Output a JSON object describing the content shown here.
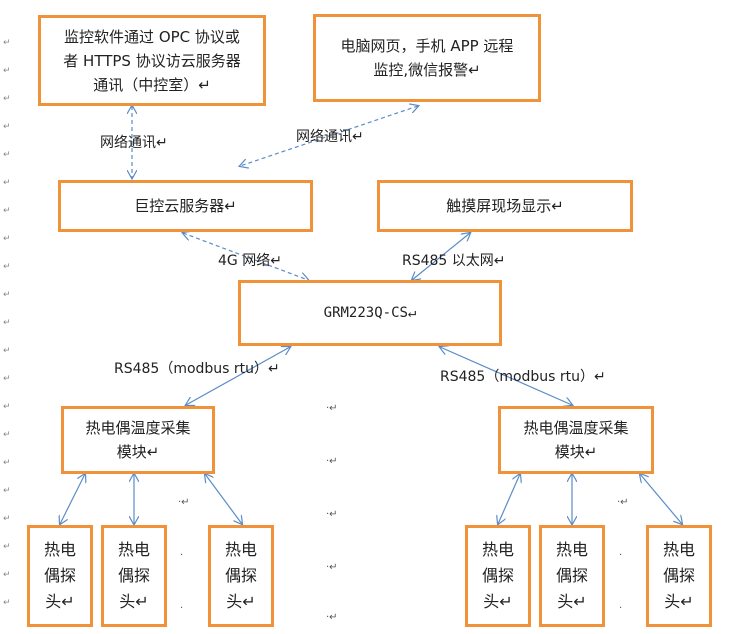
{
  "colors": {
    "box_border": "#F0923A",
    "wire": "#5B8CC8"
  },
  "boxes": {
    "opc": "监控软件通过 OPC 协议或\n者 HTTPS 协议访云服务器\n通讯（中控室）↵",
    "web": "电脑网页，手机 APP 远程\n监控,微信报警↵",
    "cloud": "巨控云服务器↵",
    "touch": "触摸屏现场显示↵",
    "grm": "GRM223Q-CS↵",
    "mod_left": "热电偶温度采集\n模块↵",
    "mod_right": "热电偶温度采集\n模块↵",
    "probe": "热电\n偶探\n头↵"
  },
  "labels": {
    "net1": "网络通讯↵",
    "net2": "网络通讯↵",
    "net4g": "4G 网络↵",
    "rs485_eth": "RS485 以太网↵",
    "rs485_left": "RS485（modbus rtu）↵",
    "rs485_right": "RS485（modbus rtu）↵"
  },
  "marks": {
    "dot": "·↵",
    "dot_short": "·",
    "return": "↵"
  }
}
